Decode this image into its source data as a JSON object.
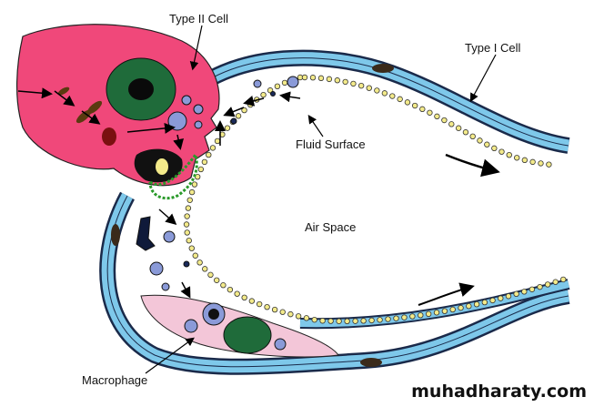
{
  "labels": {
    "type2": "Type II Cell",
    "type1": "Type I Cell",
    "fluid": "Fluid Surface",
    "air": "Air Space",
    "macrophage": "Macrophage"
  },
  "watermark": "muhadharaty.com",
  "colors": {
    "cell_pink": "#f0487a",
    "wall_blue": "#7ec8ea",
    "surfactant": "#f3ea8a",
    "nucleus": "#1f6b3a",
    "macrophage_pink": "#f3c6d8"
  }
}
